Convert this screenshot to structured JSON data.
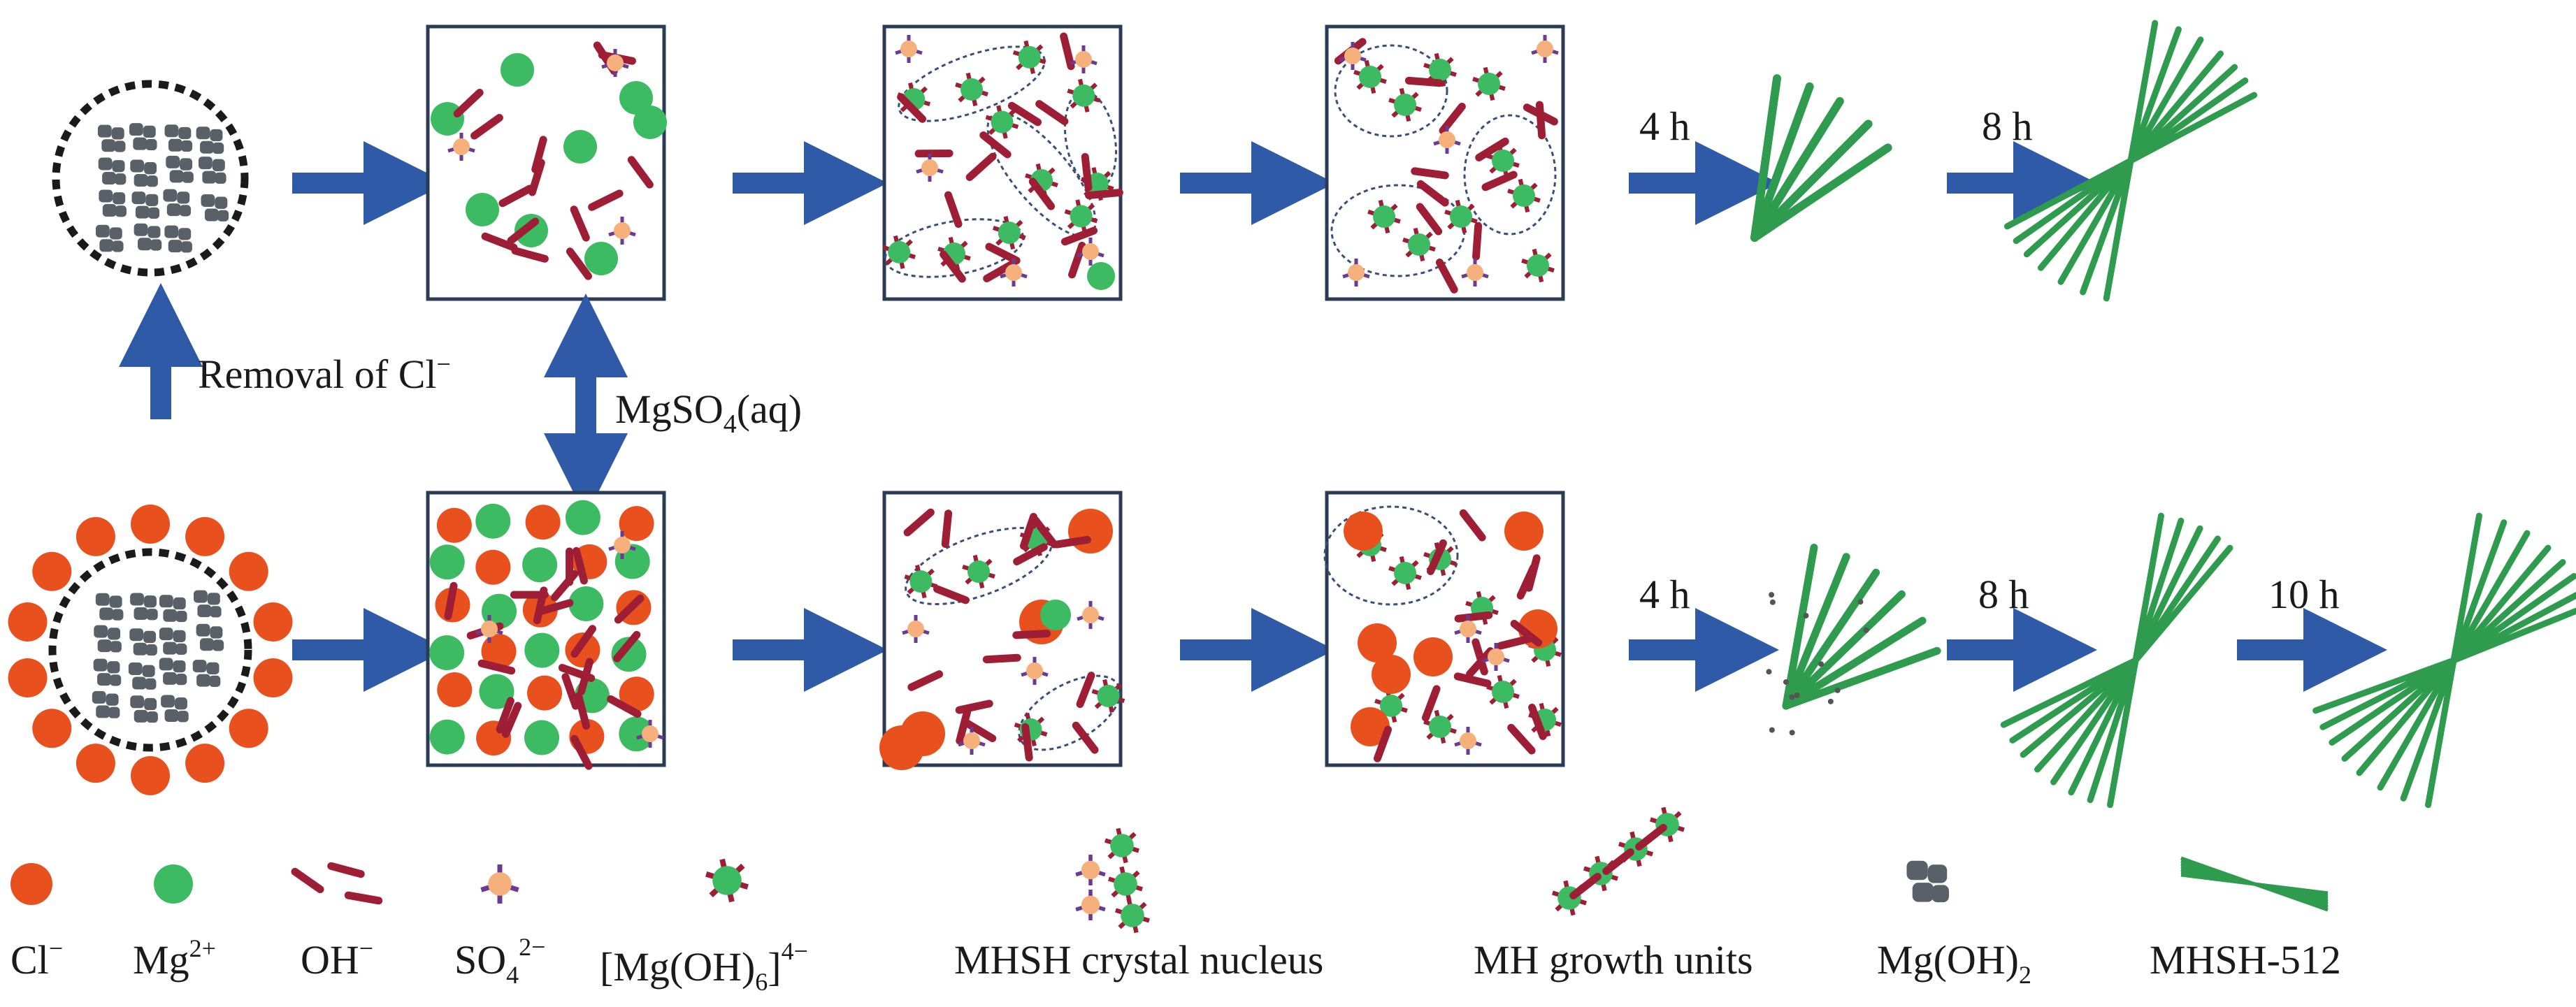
{
  "labels": {
    "removal": "Removal of Cl",
    "removal_sup": "−",
    "mgso4_a": "MgSO",
    "mgso4_sub": "4",
    "mgso4_b": "(aq)",
    "top_t1": "4 h",
    "top_t2": "8 h",
    "bot_t1": "4 h",
    "bot_t2": "8 h",
    "bot_t3": "10 h"
  },
  "legend": {
    "cl": "Cl",
    "cl_sup": "−",
    "mg": "Mg",
    "mg_sup": "2+",
    "oh": "OH",
    "oh_sup": "−",
    "so4_a": "SO",
    "so4_sub": "4",
    "so4_sup": "2−",
    "mgoh6_open": "[Mg(OH)",
    "mgoh6_sub": "6",
    "mgoh6_close": "]",
    "mgoh6_sup": "4−",
    "nucleus": "MHSH crystal nucleus",
    "growth": "MH growth units",
    "mgoh2_a": "Mg(OH)",
    "mgoh2_sub": "2",
    "mhsh": "MHSH-512"
  },
  "colors": {
    "arrow": "#2f5aa8",
    "chloride": "#e8501e",
    "magnesium": "#3dbb62",
    "hydroxide": "#9e1f35",
    "sulfate_center": "#f6b07c",
    "sulfate_arm": "#6b3b93",
    "mgoh2": "#5a6068",
    "fiber": "#2f9b4e",
    "box_border": "#2b3a55"
  }
}
